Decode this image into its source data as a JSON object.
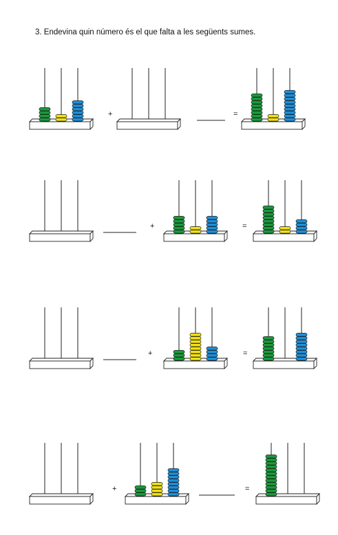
{
  "title": "3. Endevina quin número és el que falta a les següents sumes.",
  "colors": {
    "units": "#1a9a3c",
    "tens": "#f0e010",
    "hundreds": "#1e8fd8"
  },
  "operators": {
    "plus": "+",
    "equals": "="
  },
  "rows": [
    {
      "layout": [
        "abacus",
        "plus",
        "abacus",
        "blank",
        "equals",
        "abacus"
      ],
      "abaci": [
        {
          "role": "addend",
          "beads": [
            4,
            2,
            6
          ]
        },
        {
          "role": "addend",
          "beads": [
            0,
            0,
            0
          ]
        },
        {
          "role": "sum",
          "beads": [
            8,
            2,
            9
          ]
        }
      ]
    },
    {
      "layout": [
        "abacus",
        "blank",
        "plus",
        "abacus",
        "equals",
        "abacus"
      ],
      "abaci": [
        {
          "role": "addend",
          "beads": [
            0,
            0,
            0
          ]
        },
        {
          "role": "addend",
          "beads": [
            5,
            2,
            5
          ]
        },
        {
          "role": "sum",
          "beads": [
            8,
            2,
            4
          ]
        }
      ]
    },
    {
      "layout": [
        "abacus",
        "blank",
        "plus",
        "abacus",
        "equals",
        "abacus"
      ],
      "abaci": [
        {
          "role": "addend",
          "beads": [
            0,
            0,
            0
          ]
        },
        {
          "role": "addend",
          "beads": [
            3,
            8,
            4
          ]
        },
        {
          "role": "sum",
          "beads": [
            7,
            0,
            8
          ]
        }
      ]
    },
    {
      "layout": [
        "abacus",
        "plus",
        "abacus",
        "blank",
        "equals",
        "abacus"
      ],
      "abaci": [
        {
          "role": "addend",
          "beads": [
            0,
            0,
            0
          ]
        },
        {
          "role": "addend",
          "beads": [
            3,
            4,
            8
          ]
        },
        {
          "role": "sum",
          "beads": [
            12,
            0,
            0
          ]
        }
      ]
    }
  ]
}
